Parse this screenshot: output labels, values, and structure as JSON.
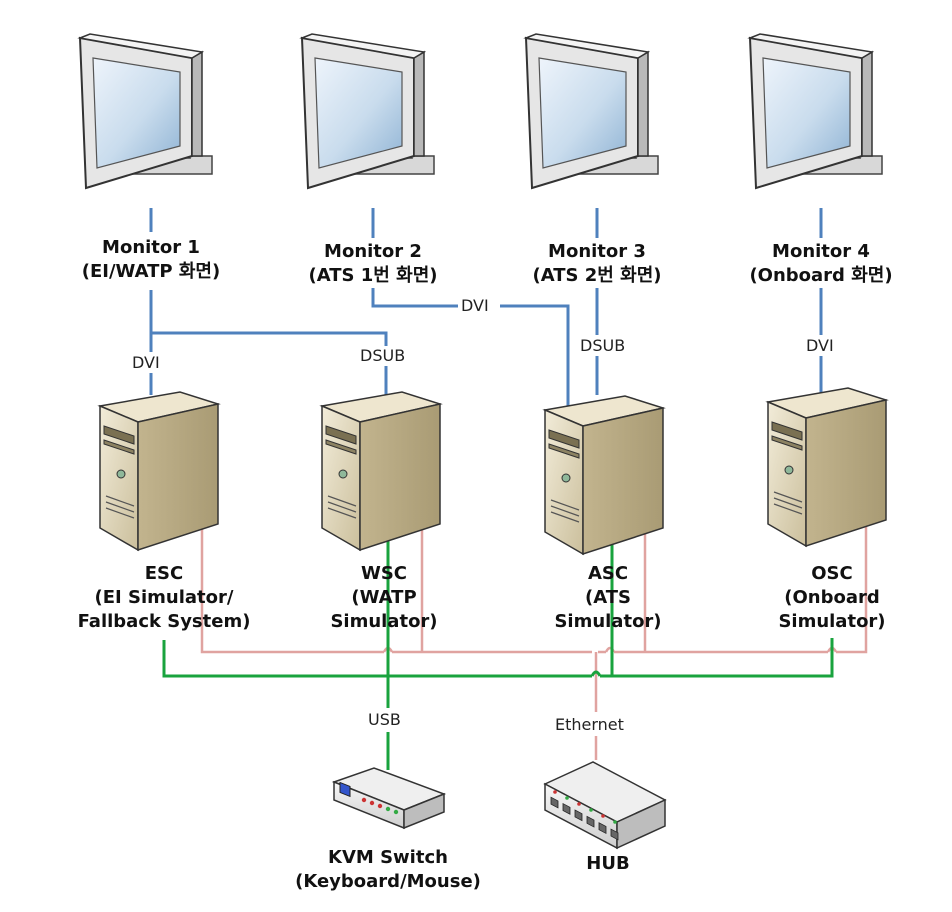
{
  "monitors": [
    {
      "line1": "Monitor 1",
      "line2": "(EI/WATP 화면)"
    },
    {
      "line1": "Monitor 2",
      "line2": "(ATS 1번 화면)"
    },
    {
      "line1": "Monitor 3",
      "line2": "(ATS 2번 화면)"
    },
    {
      "line1": "Monitor 4",
      "line2": "(Onboard 화면)"
    }
  ],
  "computers": [
    {
      "line1": "ESC",
      "line2": "(EI Simulator/",
      "line3": "Fallback System)"
    },
    {
      "line1": "WSC",
      "line2": "(WATP",
      "line3": "Simulator)"
    },
    {
      "line1": "ASC",
      "line2": "(ATS",
      "line3": "Simulator)"
    },
    {
      "line1": "OSC",
      "line2": "(Onboard",
      "line3": "Simulator)"
    }
  ],
  "connections": {
    "dvi_esc": "DVI",
    "dsub_wsc": "DSUB",
    "dvi_monitor2": "DVI",
    "dsub_asc": "DSUB",
    "dvi_osc": "DVI",
    "usb": "USB",
    "ethernet": "Ethernet"
  },
  "devices": {
    "kvm_line1": "KVM Switch",
    "kvm_line2": "(Keyboard/Mouse)",
    "hub": "HUB"
  },
  "colors": {
    "video_cable": "#4f81bd",
    "usb_cable": "#19a33e",
    "ethernet_cable": "#e0a3a0",
    "pc_body": "#d9ceb0",
    "monitor_frame": "#e4e4e4"
  }
}
